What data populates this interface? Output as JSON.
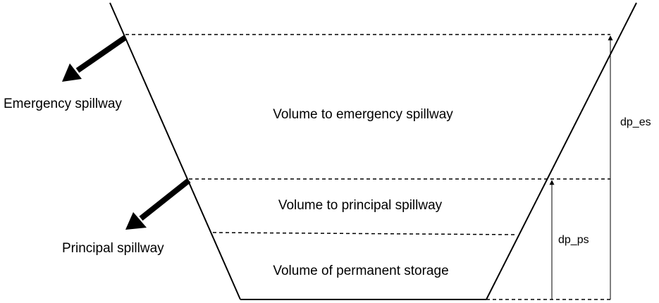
{
  "volumes": {
    "emergency": "Volume to emergency spillway",
    "principal": "Volume to principal spillway",
    "permanent": "Volume of permanent storage"
  },
  "spillways": {
    "emergency": "Emergency spillway",
    "principal": "Principal spillway"
  },
  "dimensions": {
    "dp_es": "dp_es",
    "dp_ps": "dp_ps"
  },
  "colors": {
    "line": "#000000",
    "background": "#ffffff"
  }
}
